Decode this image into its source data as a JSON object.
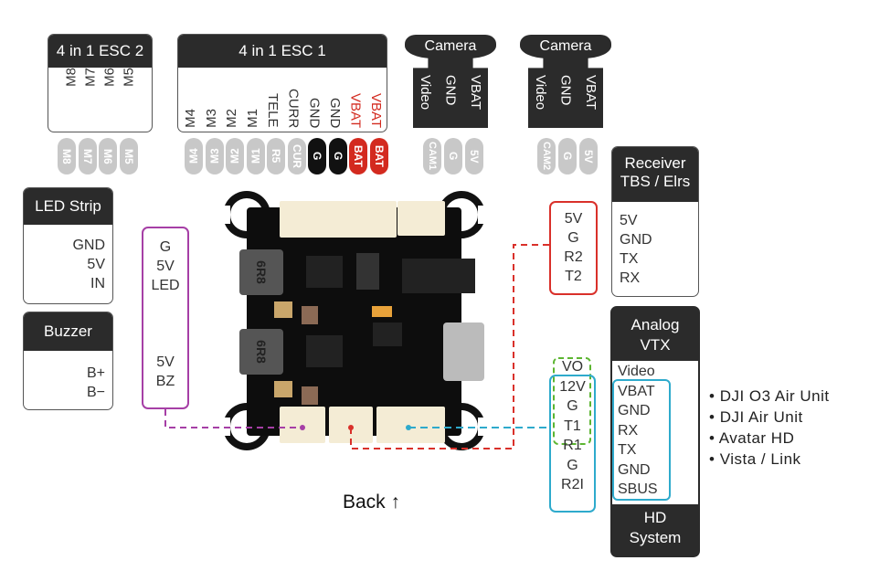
{
  "esc2": {
    "title": "4 in 1 ESC 2",
    "pins": [
      "M8",
      "M7",
      "M6",
      "M5"
    ],
    "chips": [
      "M8",
      "M7",
      "M6",
      "M5"
    ]
  },
  "esc1": {
    "title": "4 in 1 ESC 1",
    "pins": [
      "M4",
      "M3",
      "M2",
      "M1",
      "TELE",
      "CURR",
      "GND",
      "GND",
      "VBAT",
      "VBAT"
    ],
    "chips": [
      "M4",
      "M3",
      "M2",
      "M1",
      "R5",
      "CUR",
      "G",
      "G",
      "BAT",
      "BAT"
    ]
  },
  "camera1": {
    "title": "Camera",
    "pins": [
      "Video",
      "GND",
      "VBAT"
    ],
    "chips": [
      "CAM1",
      "G",
      "5V"
    ]
  },
  "camera2": {
    "title": "Camera",
    "pins": [
      "Video",
      "GND",
      "VBAT"
    ],
    "chips": [
      "CAM2",
      "G",
      "5V"
    ]
  },
  "led_strip": {
    "title": "LED Strip",
    "pins": [
      "GND",
      "5V",
      "IN"
    ]
  },
  "buzzer": {
    "title": "Buzzer",
    "pins": [
      "B+",
      "B−"
    ]
  },
  "led_buzzer_pads": {
    "top": [
      "G",
      "5V",
      "LED"
    ],
    "bottom": [
      "5V",
      "BZ"
    ]
  },
  "receiver": {
    "title_line1": "Receiver",
    "title_line2": "TBS / Elrs",
    "pins": [
      "5V",
      "GND",
      "TX",
      "RX"
    ]
  },
  "receiver_pads": [
    "5V",
    "G",
    "R2",
    "T2"
  ],
  "vtx_pads": [
    "VO",
    "12V",
    "G",
    "T1",
    "R1",
    "G",
    "R2I"
  ],
  "vtx": {
    "top_title_line1": "Analog",
    "top_title_line2": "VTX",
    "pins": [
      "Video",
      "VBAT",
      "GND",
      "RX",
      "TX",
      "GND",
      "SBUS"
    ],
    "bottom_title_line1": "HD",
    "bottom_title_line2": "System"
  },
  "hd_systems": [
    "DJI O3 Air Unit",
    "DJI Air Unit",
    "Avatar HD",
    "Vista / Link"
  ],
  "back_label": "Back ↑",
  "board": {
    "inductor1": "6R8",
    "inductor2": "6R8"
  },
  "colors": {
    "header_dark": "#2b2b2b",
    "chip_gray": "#c8c8c8",
    "chip_red": "#d32a1f",
    "vbat_red": "#d32a1f",
    "purple": "#a63fa6",
    "red_wire": "#d9302a",
    "blue_wire": "#2eaacc",
    "green_dash": "#5cb531"
  }
}
